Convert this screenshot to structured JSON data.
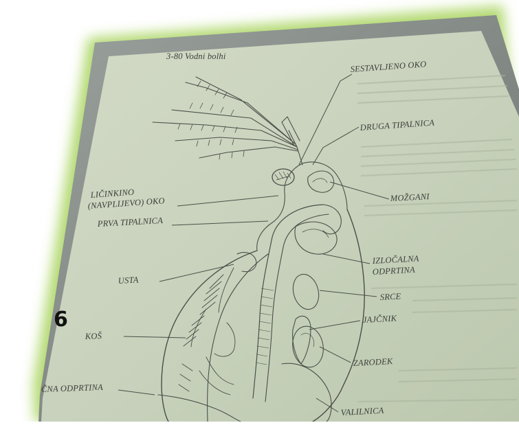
{
  "slide_number": "6",
  "header_text": "3-80     Vodni bolhi",
  "labels": {
    "sestavljeno_oko": "SESTAVLJENO OKO",
    "druga_tipalnica": "DRUGA TIPALNICA",
    "mozgani": "MOŽGANI",
    "licinkino_1": "LIČINKINO",
    "licinkino_2": "(NAVPLIJEVO) OKO",
    "prva_tipalnica": "PRVA TIPALNICA",
    "izlocalna_1": "IZLOČALNA",
    "izlocalna_2": "ODPRTINA",
    "usta": "USTA",
    "srce": "SRCE",
    "jajcnik": "JAJČNIK",
    "kos": "KOŠ",
    "zarodek": "ZARODEK",
    "odprtina_partial": "ČNA ODPRTINA",
    "valilnica": "VALILNICA"
  },
  "colors": {
    "paper": "#c9d3bc",
    "frame": "#7d8380",
    "glow": "#9fcf4e",
    "ink": "#3b3e3a"
  }
}
